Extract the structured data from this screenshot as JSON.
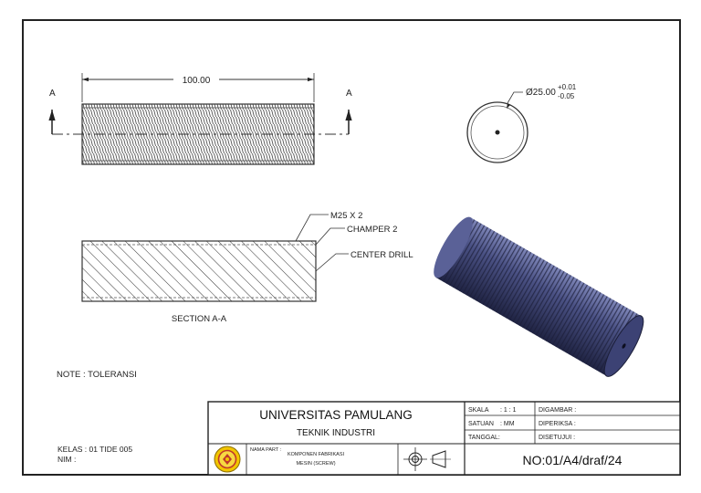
{
  "drawing": {
    "dim_length": "100.00",
    "section_marker": "A",
    "dia_symbol": "Ø25.00",
    "dia_tol_upper": "+0.01",
    "dia_tol_lower": "-0.05",
    "callout_thread": "M25 X 2",
    "callout_chamfer": "CHAMPER 2",
    "callout_center_drill": "CENTER DRILL",
    "section_label": "SECTION A-A",
    "note": "NOTE : TOLERANSI",
    "kelas": "KELAS : 01 TIDE 005",
    "nim": "NIM     :"
  },
  "title_block": {
    "university": "UNIVERSITAS PAMULANG",
    "department": "TEKNIK INDUSTRI",
    "nama_part_label": "NAMA PART :",
    "part_name_line1": "KOMPONEN FABRIKASI",
    "part_name_line2": "MESIN (SCREW)",
    "skala_label": "SKALA",
    "skala_value": ": 1 : 1",
    "satuan_label": "SATUAN",
    "satuan_value": ": MM",
    "tanggal_label": "TANGGAL:",
    "digambar": "DIGAMBAR :",
    "diperiksa": "DIPERIKSA  :",
    "disetujui": "DISETUJUI   :",
    "drawing_no": "NO:01/A4/draf/24"
  },
  "colors": {
    "line": "#222222",
    "screw_body": "#3a3f66",
    "logo_yellow": "#f2c500",
    "logo_red": "#c0392b"
  }
}
